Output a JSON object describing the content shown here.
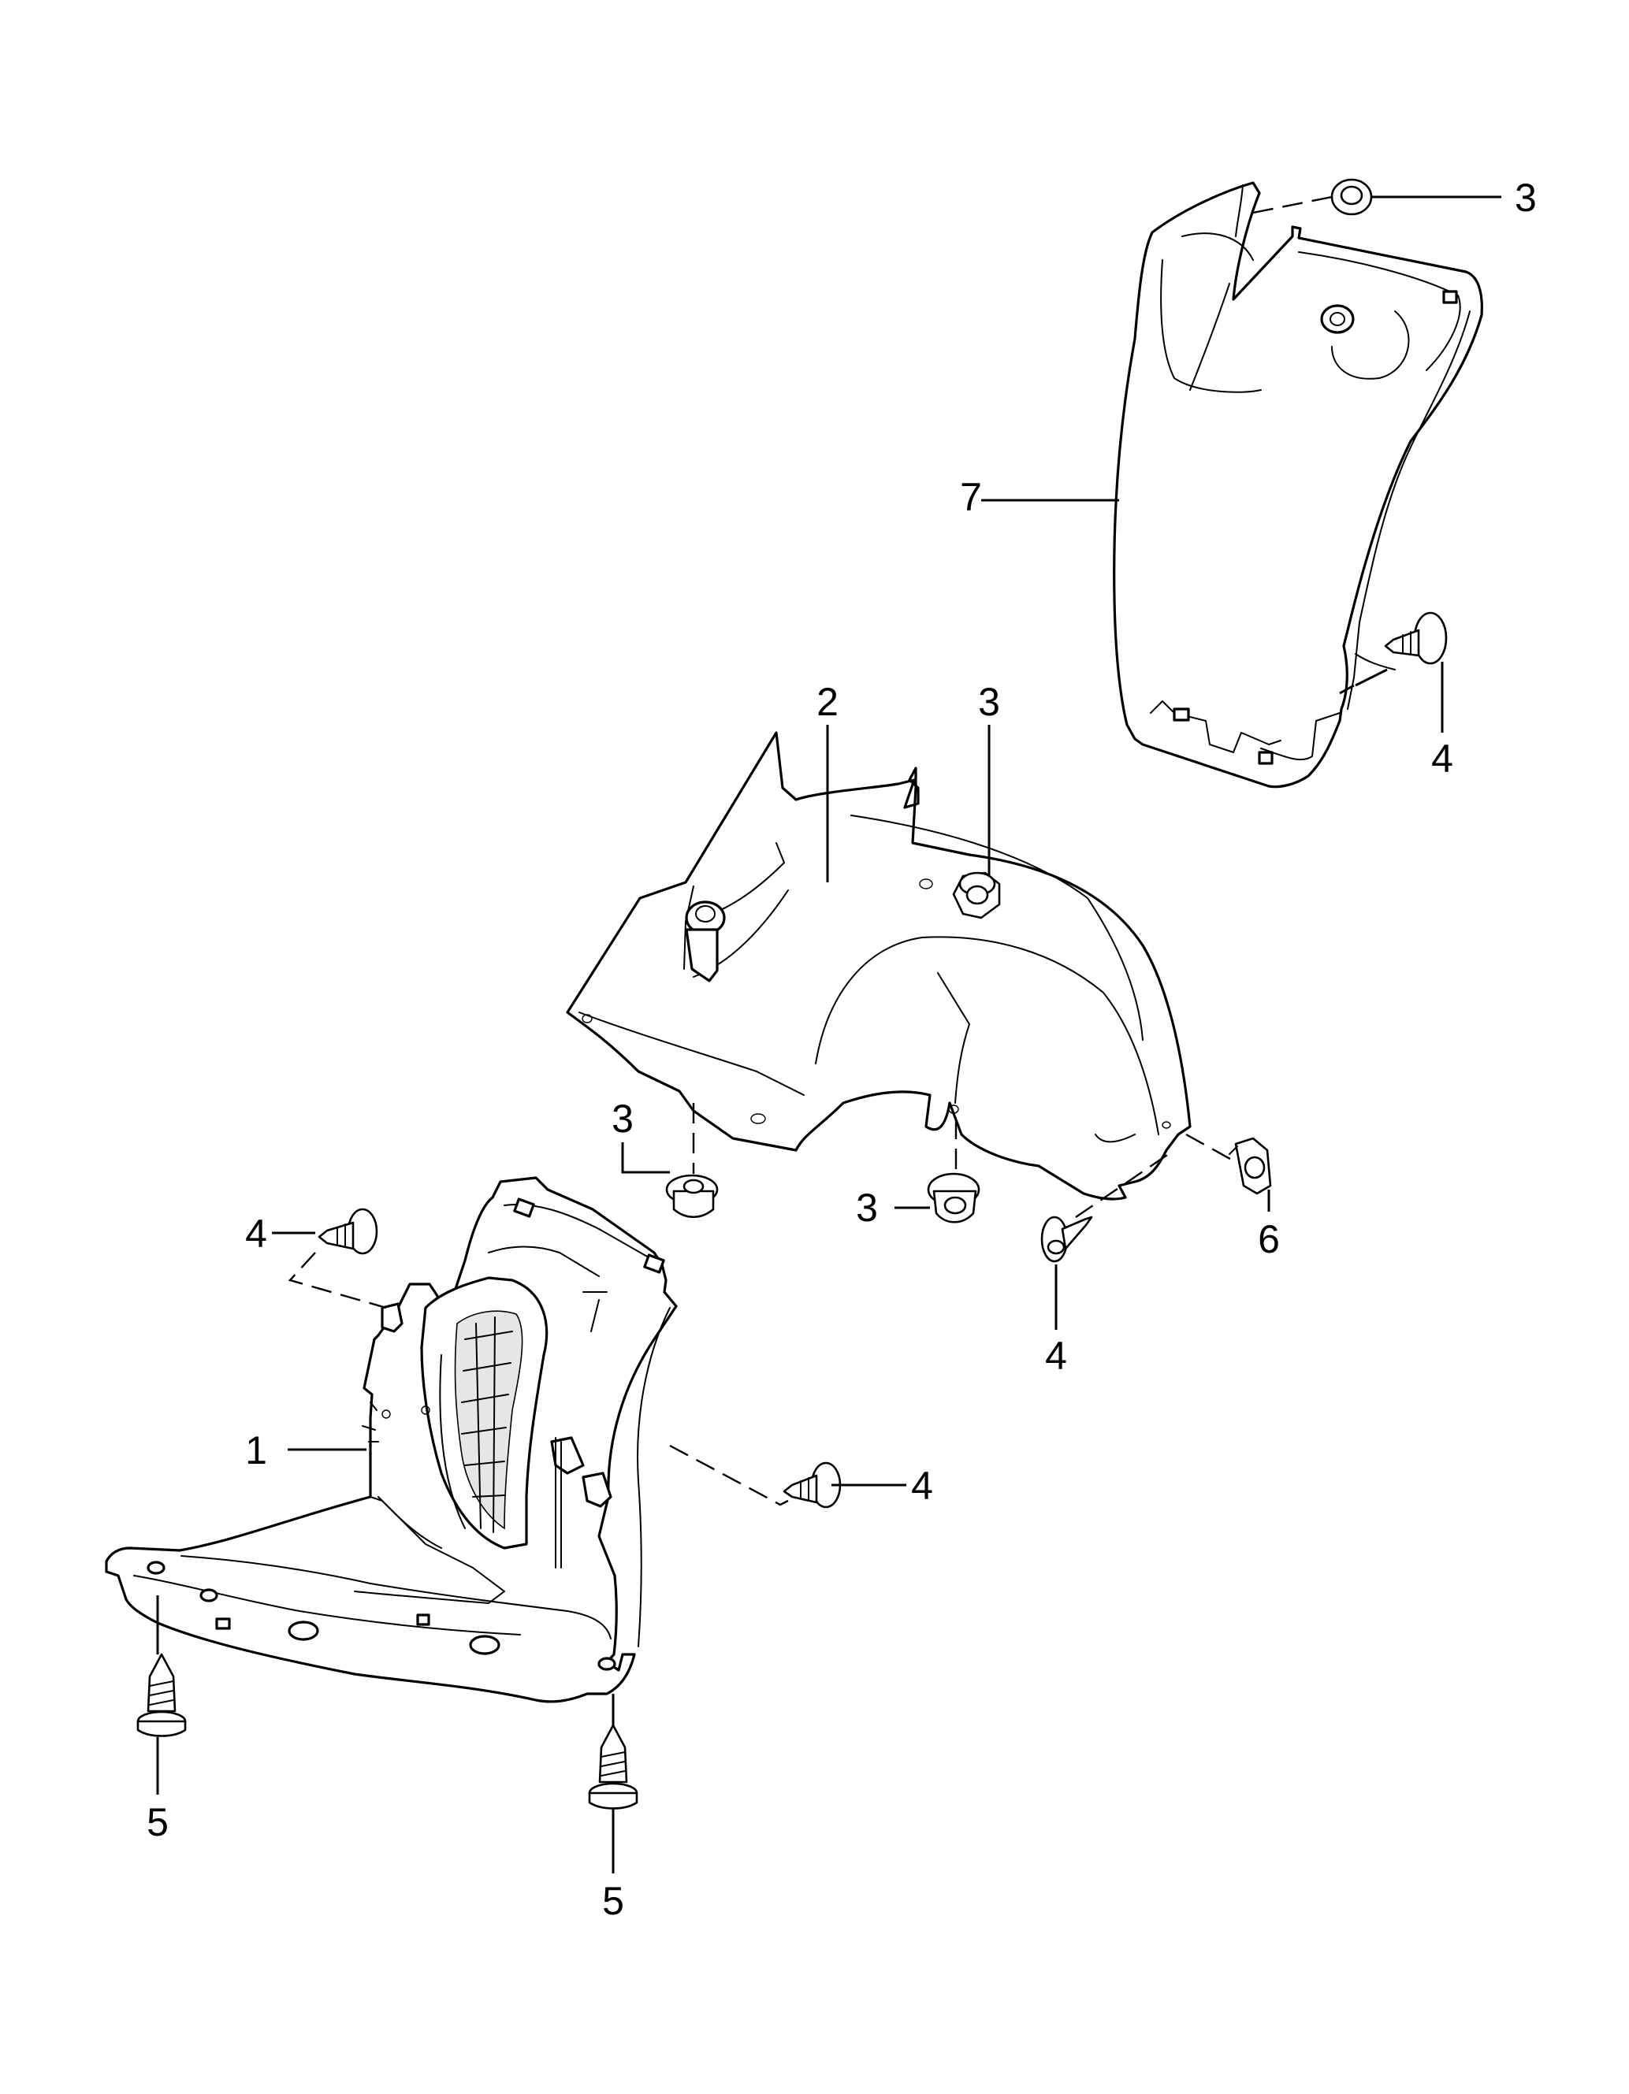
{
  "callouts": {
    "c1": "1",
    "c2": "2",
    "c3a": "3",
    "c3b": "3",
    "c3c": "3",
    "c3d": "3",
    "c4a": "4",
    "c4b": "4",
    "c4c": "4",
    "c4d": "4",
    "c5a": "5",
    "c5b": "5",
    "c6": "6",
    "c7": "7"
  }
}
